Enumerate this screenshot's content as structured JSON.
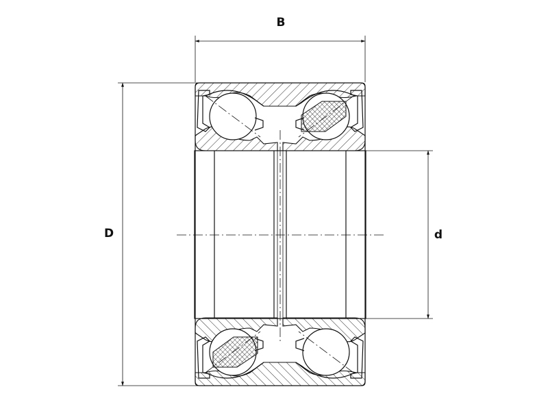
{
  "dimensions": {
    "width_label": "B",
    "outer_diameter_label": "D",
    "bore_label": "d"
  }
}
